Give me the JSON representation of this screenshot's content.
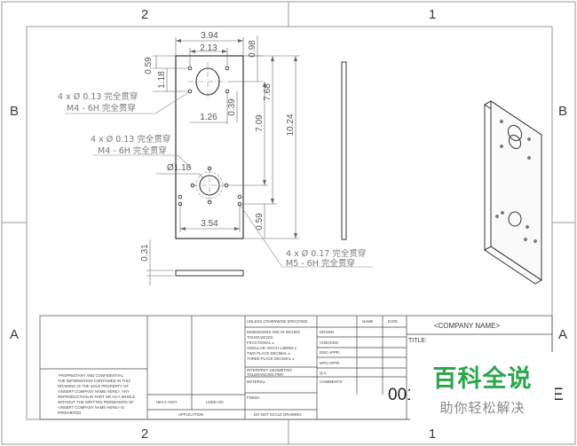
{
  "zones": {
    "top": [
      "2",
      "1"
    ],
    "bottom": [
      "2",
      "1"
    ],
    "left": [
      "B",
      "A"
    ],
    "right": [
      "B",
      "A"
    ]
  },
  "dimensions": {
    "overall_width": "3.94",
    "hole_spacing": "2.13",
    "top_edge_to_hole": "0.98",
    "left_vert_059": "0.59",
    "left_vert_118": "1.18",
    "hole_offset_126": "1.26",
    "hole_039": "0.39",
    "v_709": "7.09",
    "v_768": "7.68",
    "overall_height": "10.24",
    "bottom_spacing": "3.54",
    "bottom_059": "0.59",
    "thickness": "0.31",
    "center_diameter": "Ø1.18"
  },
  "hole_callouts": [
    {
      "line1": "4 x Ø 0.13 完全贯穿",
      "line2": "M4 - 6H 完全贯穿"
    },
    {
      "line1": "4 x Ø 0.13 完全贯穿",
      "line2": "M4 - 6H 完全贯穿"
    },
    {
      "line1": "4 x Ø 0.17 完全贯穿",
      "line2": "M5 - 6H 完全贯穿"
    }
  ],
  "title_block": {
    "unless": "UNLESS OTHERWISE SPECIFIED:",
    "name": "NAME",
    "date": "DATE",
    "company": "<COMPANY NAME>",
    "title_label": "TITLE:",
    "dims_line1": "DIMENSIONS ARE IN INCHES",
    "dims_line2": "TOLERANCES:",
    "dims_line3": "FRACTIONAL ±",
    "dims_line4": "ANGULAR: MACH ±    BEND ±",
    "dims_line5": "TWO PLACE DECIMAL  ±",
    "dims_line6": "THREE PLACE DECIMAL  ±",
    "interpret": "INTERPRET GEOMETRIC",
    "tolerancing": "TOLERANCING PER:",
    "material": "MATERIAL",
    "finish": "FINISH",
    "drawn": "DRAWN",
    "checked": "CHECKED",
    "eng_appr": "ENG APPR.",
    "mfg_appr": "MFG APPR.",
    "qa": "Q.A.",
    "comments": "COMMENTS:",
    "next_assy": "NEXT ASSY",
    "used_on": "USED ON",
    "application": "APPLICATION",
    "do_not_scale": "DO NOT SCALE DRAWING",
    "proprietary": "PROPRIETARY AND CONFIDENTIAL",
    "prop_1": "THE INFORMATION CONTAINED IN THIS",
    "prop_2": "DRAWING IS THE SOLE PROPERTY OF",
    "prop_3": "<INSERT COMPANY NAME HERE>. ANY",
    "prop_4": "REPRODUCTION IN PART OR AS A WHOLE",
    "prop_5": "WITHOUT THE WRITTEN PERMISSION OF",
    "prop_6": "<INSERT COMPANY NAME HERE> IS",
    "prop_7": "PROHIBITED.",
    "part_number": "001",
    "part_suffix": "E"
  },
  "watermark": {
    "title": "百科全说",
    "subtitle": "助你轻松解决"
  }
}
